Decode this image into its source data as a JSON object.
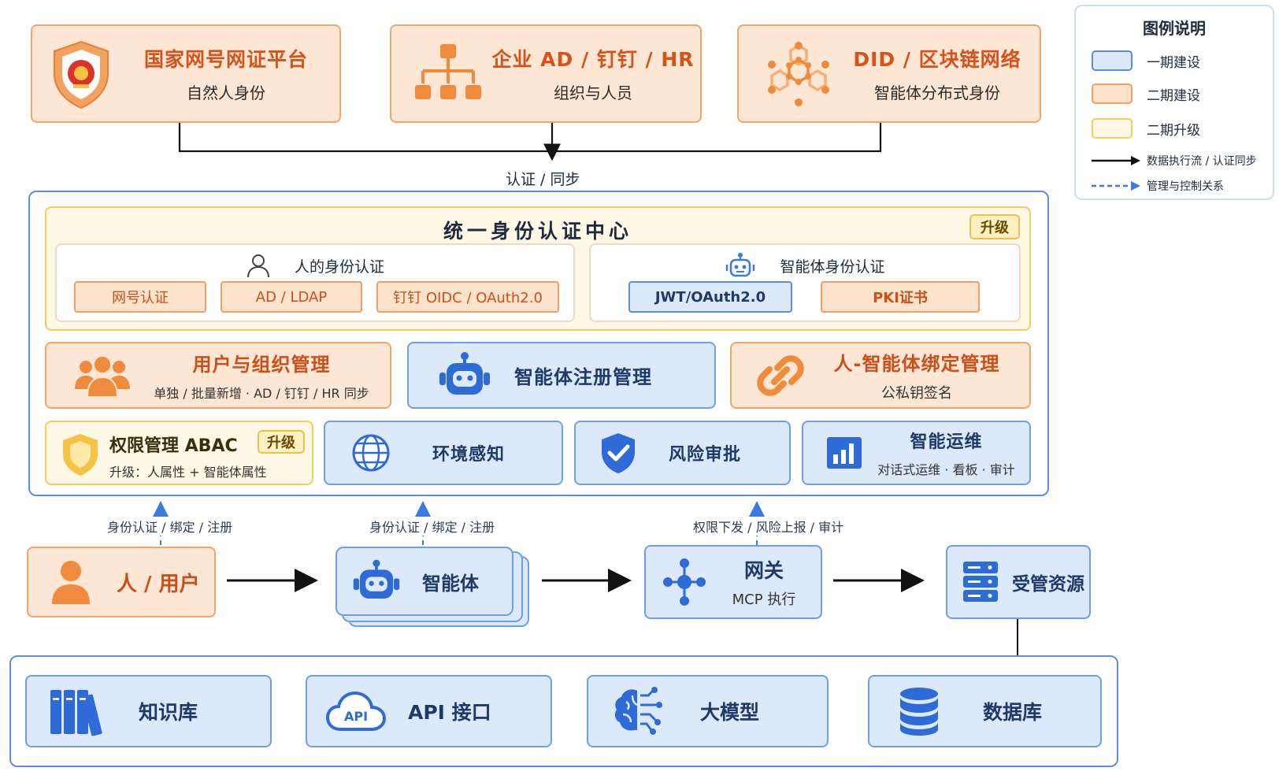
{
  "top_sources": [
    {
      "title": "国家网号网证平台",
      "subtitle": "自然人身份",
      "icon": "national-emblem-shield-icon"
    },
    {
      "title": "企业 AD / 钉钉 / HR",
      "subtitle": "组织与人员",
      "icon": "org-tree-icon"
    },
    {
      "title": "DID / 区块链网络",
      "subtitle": "智能体分布式身份",
      "icon": "hexagon-network-icon"
    }
  ],
  "sync_label": "认证 / 同步",
  "center": {
    "title": "统一身份认证中心",
    "upgrade_badge": "升级",
    "human_auth": {
      "title": "人的身份认证",
      "methods": [
        "网号认证",
        "AD / LDAP",
        "钉钉 OIDC / OAuth2.0"
      ],
      "icon": "person-outline-icon"
    },
    "agent_auth": {
      "title": "智能体身份认证",
      "methods": [
        "JWT/OAuth2.0",
        "PKI证书"
      ],
      "icon": "robot-outline-icon"
    },
    "modules_row1": [
      {
        "title": "用户与组织管理",
        "subtitle": "单独 / 批量新增 · AD / 钉钉 / HR 同步",
        "icon": "users-group-icon"
      },
      {
        "title": "智能体注册管理",
        "icon": "robot-icon"
      },
      {
        "title": "人-智能体绑定管理",
        "subtitle": "公私钥签名",
        "icon": "link-chain-icon"
      }
    ],
    "modules_row2": [
      {
        "title": "权限管理 ABAC",
        "badge": "升级",
        "subtitle": "升级：人属性 + 智能体属性",
        "icon": "shield-badge-icon"
      },
      {
        "title": "环境感知",
        "icon": "globe-icon"
      },
      {
        "title": "风险审批",
        "icon": "shield-check-icon"
      },
      {
        "title": "智能运维",
        "subtitle": "对话式运维 · 看板 · 审计",
        "icon": "bar-chart-icon"
      }
    ]
  },
  "control_labels": [
    "身份认证 / 绑定 / 注册",
    "身份认证 / 绑定 / 注册",
    "权限下发 / 风险上报 / 审计"
  ],
  "flow": [
    {
      "title": "人 / 用户",
      "icon": "user-icon"
    },
    {
      "title": "智能体",
      "icon": "robot-icon"
    },
    {
      "title": "网关",
      "subtitle": "MCP 执行",
      "icon": "hub-icon"
    },
    {
      "title": "受管资源",
      "icon": "server-icon"
    }
  ],
  "resources": [
    {
      "title": "知识库",
      "icon": "books-icon"
    },
    {
      "title": "API 接口",
      "icon": "api-cloud-icon",
      "icon_text": "API"
    },
    {
      "title": "大模型",
      "icon": "brain-circuit-icon"
    },
    {
      "title": "数据库",
      "icon": "database-icon"
    }
  ],
  "legend": {
    "title": "图例说明",
    "items": [
      {
        "label": "一期建设",
        "color": "#dce9fb"
      },
      {
        "label": "二期建设",
        "color": "#fde3cc"
      },
      {
        "label": "二期升级",
        "color": "#fff8e6"
      },
      {
        "label": "数据执行流 / 认证同步",
        "type": "solid-arrow"
      },
      {
        "label": "管理与控制关系",
        "type": "dashed-arrow"
      }
    ]
  }
}
